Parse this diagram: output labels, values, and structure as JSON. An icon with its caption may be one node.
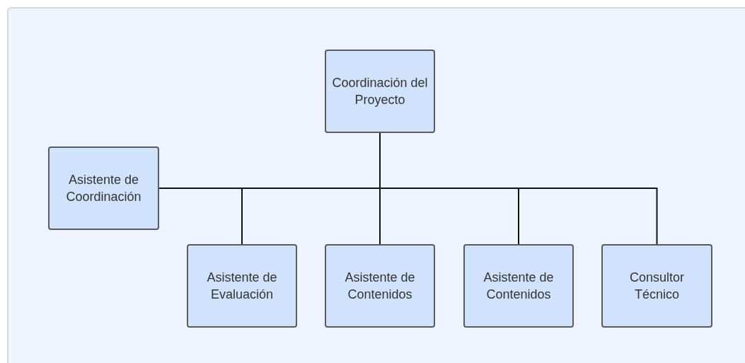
{
  "diagram": {
    "nodes": [
      {
        "text": [
          "Coordinación del Proyecto"
        ]
      },
      {
        "text": [
          "Asistente de Coordinación"
        ]
      },
      {
        "text": [
          "Asistente de Evaluación"
        ]
      },
      {
        "text": [
          "Asistente de Contenidos"
        ]
      },
      {
        "text": [
          "Asistente de Contenidos"
        ]
      },
      {
        "text": [
          "Consultor Técnico"
        ]
      }
    ],
    "edges": [
      {
        "from": 0,
        "to": 1,
        "arrow": "none"
      },
      {
        "from": 0,
        "to": 2,
        "arrow": "none"
      },
      {
        "from": 0,
        "to": 3,
        "arrow": "none"
      },
      {
        "from": 0,
        "to": 4,
        "arrow": "none"
      },
      {
        "from": 0,
        "to": 5,
        "arrow": "none"
      }
    ]
  }
}
